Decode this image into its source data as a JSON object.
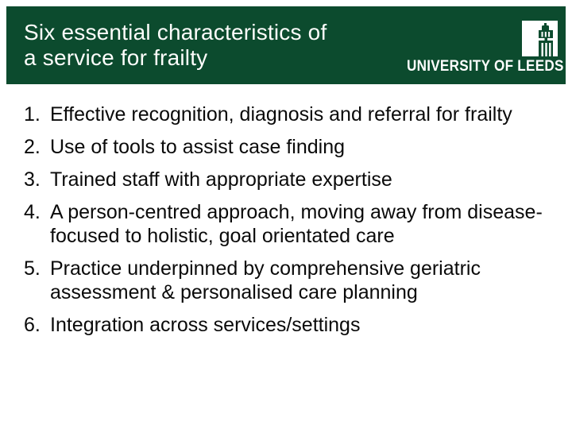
{
  "slide": {
    "header": {
      "title_line1": "Six essential characteristics of",
      "title_line2": "a service for frailty"
    },
    "logo": {
      "wordmark": "UNIVERSITY OF LEEDS",
      "tower_icon": "parkinson-tower-icon"
    },
    "list": {
      "items": [
        {
          "number": "1.",
          "text": "Effective recognition, diagnosis and referral for frailty"
        },
        {
          "number": "2.",
          "text": "Use of tools to assist case finding"
        },
        {
          "number": "3.",
          "text": "Trained staff with appropriate expertise"
        },
        {
          "number": "4.",
          "text": "A person-centred approach, moving away from disease-focused to holistic, goal orientated care"
        },
        {
          "number": "5.",
          "text": "Practice underpinned by comprehensive geriatric assessment & personalised care planning"
        },
        {
          "number": "6.",
          "text": "Integration across services/settings"
        }
      ]
    },
    "colors": {
      "brand_green": "#0c4b2e",
      "title_text": "#fdfdfb",
      "body_text": "#0a0a0a"
    }
  }
}
